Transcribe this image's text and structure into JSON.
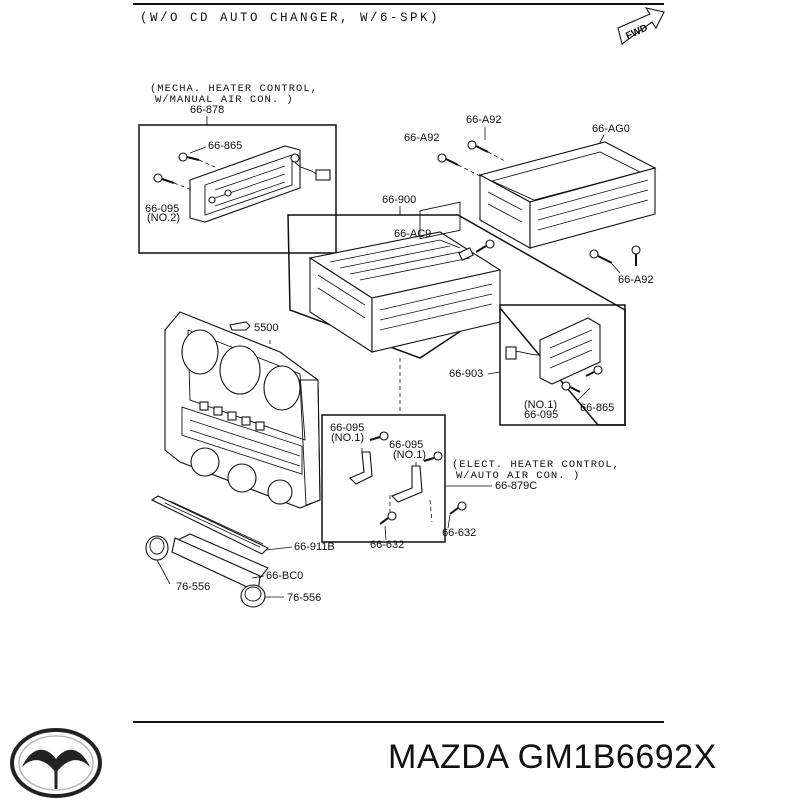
{
  "header": {
    "title": "(W/O  CD  AUTO  CHANGER, W/6-SPK)",
    "fwd": "FWD"
  },
  "notes": {
    "mecha_line1": "(MECHA. HEATER  CONTROL,",
    "mecha_line2": "W/MANUAL  AIR  CON. )",
    "elect_line1": "(ELECT. HEATER  CONTROL,",
    "elect_line2": "W/AUTO  AIR  CON. )"
  },
  "parts": {
    "p66_878": "66-878",
    "p66_865_top": "66-865",
    "p66_095_no2": "66-095",
    "no2": "(NO.2)",
    "p66_A92_a": "66-A92",
    "p66_A92_b": "66-A92",
    "p66_AG0": "66-AG0",
    "p66_900": "66-900",
    "p66_AC9": "66-AC9",
    "p66_A92_c": "66-A92",
    "p5500": "5500",
    "p66_903": "66-903",
    "no1_right": "(NO.1)",
    "p66_095_right": "66-095",
    "p66_865_right": "66-865",
    "p66_095_mid1": "66-095",
    "no1_mid1": "(NO.1)",
    "p66_095_mid2": "66-095",
    "no1_mid2": "(NO.1)",
    "p66_879C": "66-879C",
    "p66_632_a": "66-632",
    "p66_632_b": "66-632",
    "p66_911B": "66-911B",
    "p66_BC0": "66-BC0",
    "p76_556_a": "76-556",
    "p76_556_b": "76-556"
  },
  "footer": {
    "brand": "MAZDA",
    "part_number": "GM1B6692X",
    "logo_icon": "mazda-logo-icon"
  }
}
